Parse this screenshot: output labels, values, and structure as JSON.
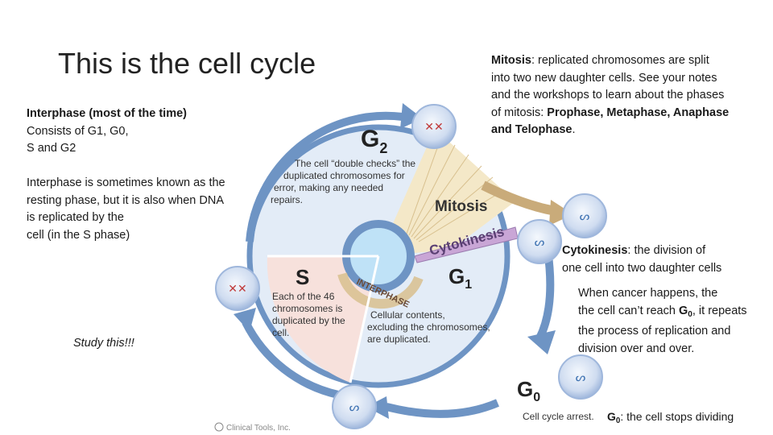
{
  "slide": {
    "title": "This is the cell cycle",
    "interphase": {
      "heading": "Interphase (most of the time)",
      "line1": "Consists of G1, G0,",
      "line2": "S and G2"
    },
    "resting": {
      "line1": "Interphase is sometimes known as the",
      "line2": "resting phase, but it is also when DNA",
      "line3": "is replicated by the",
      "line4": "cell (in the S phase)"
    },
    "study_note": "Study this!!!",
    "mitosis_note": {
      "term": "Mitosis",
      "line1_rest": ": replicated chromosomes are split",
      "line2": "into two new daughter cells. See your notes",
      "line3": "and the workshops to learn about the phases",
      "line4_pre": "of mitosis: ",
      "line4_bold": "Prophase, Metaphase, Anaphase",
      "line5_bold": "and Telophase",
      "line5_end": "."
    },
    "cytokinesis_note": {
      "term": "Cytokinesis",
      "line1_rest": ": the division of",
      "line2": "one cell into two daughter cells"
    },
    "cancer_note": {
      "line1": "When cancer happens, the",
      "line2_pre": "the cell can’t reach ",
      "line2_bold": "G",
      "line2_sub": "0",
      "line2_end": ", it repeats",
      "line3": "the process of replication and",
      "line4": "division over and over."
    },
    "g0_note": {
      "bold": "G",
      "sub": "0",
      "rest": ": the cell stops dividing"
    }
  },
  "diagram": {
    "g2_label": "G",
    "g2_sub": "2",
    "g2_desc": [
      "The cell “double checks” the",
      "duplicated chromosomes for",
      "error, making any needed",
      "repairs."
    ],
    "mitosis_label": "Mitosis",
    "cytokinesis_label": "Cytokinesis",
    "s_label": "S",
    "s_desc": [
      "Each of the 46",
      "chromosomes is",
      "duplicated by the",
      "cell."
    ],
    "interphase_label": "INTERPHASE",
    "g1_label": "G",
    "g1_sub": "1",
    "g1_desc": [
      "Cellular contents,",
      "excluding the chromosomes,",
      "are duplicated."
    ],
    "g0_label": "G",
    "g0_sub": "0",
    "arrest_label": "Cell cycle arrest.",
    "credit": "Clinical Tools, Inc."
  },
  "colors": {
    "g2_fill": "#dfeaf5",
    "g1_fill": "#dfeaf5",
    "s_fill": "#f7e1dc",
    "mitosis_fill": "#f4e8c8",
    "arrow": "#6e94c4",
    "mitosis_arrow": "#c9ab7a",
    "cell_fill": "#d7e3f3"
  }
}
